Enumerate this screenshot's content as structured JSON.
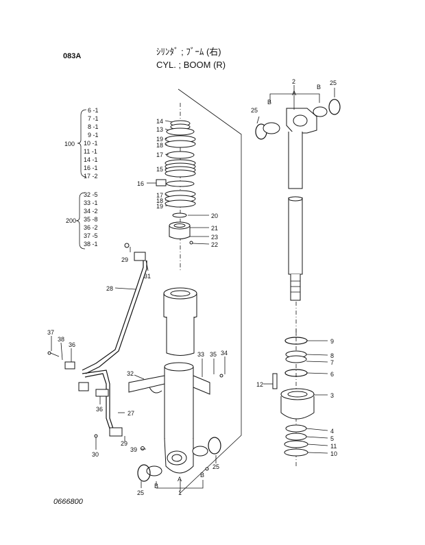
{
  "header": {
    "code": "083A",
    "title_jp": "ｼﾘﾝﾀﾞ ; ﾌﾞｰﾑ (右)",
    "title_en": "CYL. ; BOOM (R)"
  },
  "drawing_number": "0666800",
  "kit_groups": [
    {
      "number": "100",
      "items": [
        "6 -1",
        "7 -1",
        "8 -1",
        "9 -1",
        "10 -1",
        "11 -1",
        "14 -1",
        "16 -1",
        "17 -2"
      ]
    },
    {
      "number": "200",
      "items": [
        "32 -5",
        "33 -1",
        "34 -2",
        "35 -8",
        "36 -2",
        "37 -5",
        "38 -1"
      ]
    }
  ],
  "callouts": {
    "c14": "14",
    "c13": "13",
    "c19a": "19",
    "c18a": "18",
    "c17a": "17",
    "c15": "15",
    "c16": "16",
    "c17b": "17",
    "c18b": "18",
    "c19b": "19",
    "c20": "20",
    "c21": "21",
    "c23": "23",
    "c22": "22",
    "c29a": "29",
    "c31": "31",
    "c28": "28",
    "c37": "37",
    "c38": "38",
    "c36a": "36",
    "c33": "33",
    "c35": "35",
    "c34": "34",
    "c32": "32",
    "c36b": "36",
    "c27": "27",
    "c30": "30",
    "c29b": "29",
    "c39": "39",
    "c25a": "25",
    "c25b": "25",
    "c25c": "25",
    "c25d": "25",
    "c2": "2",
    "c1": "1",
    "cA1": "A",
    "cB1": "B",
    "cB2": "B",
    "cA2": "A",
    "cB3": "B",
    "cB4": "B",
    "c9": "9",
    "c8": "8",
    "c7": "7",
    "c6": "6",
    "c12": "12",
    "c3": "3",
    "c4": "4",
    "c5": "5",
    "c11": "11",
    "c10": "10"
  }
}
